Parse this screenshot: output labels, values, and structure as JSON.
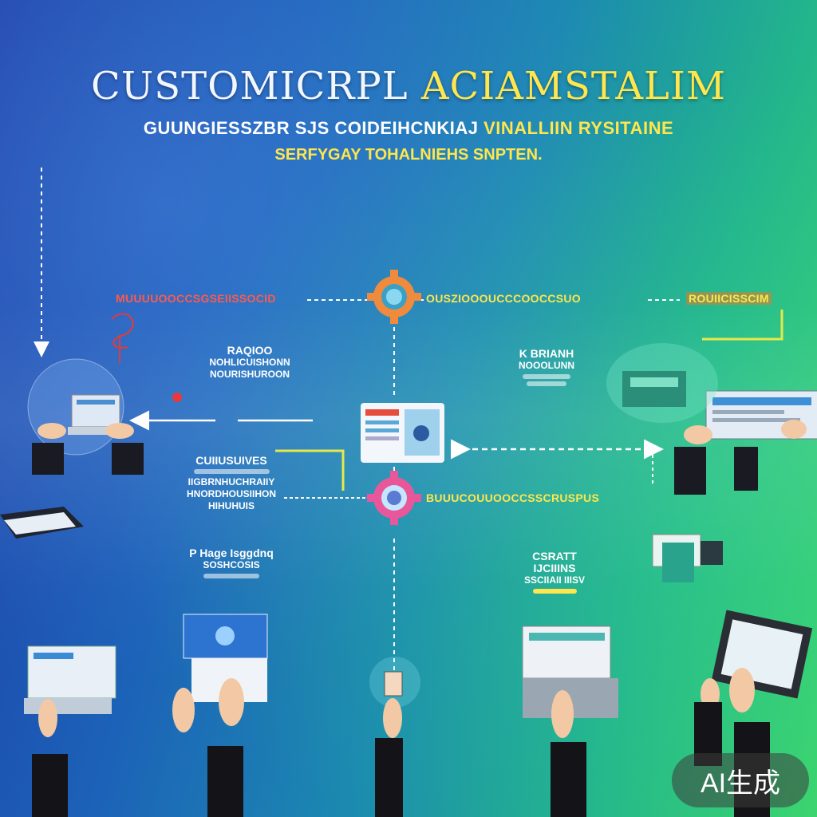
{
  "header": {
    "title_part1": "CUSTOMICRPL",
    "title_part2": "ACIAMSTALIM",
    "subtitle_part1": "GUUNGIESSZBR SJS COIDEIHCNKIAJ",
    "subtitle_part2": "VINALLIIN RYSITAINE",
    "subtitle2": "SERFYGAY TOHALNIEHS SNPTEN."
  },
  "flow_labels": {
    "top_left": "MUUUUOOCCSGSEIISSOCID",
    "top_center": "OUSZIOOOUCCCOOCCSUO",
    "top_right": "ROUIICISSCIM",
    "mid_center": "BUUUCOUUOOCCSSCRUSPUS"
  },
  "text_blocks": {
    "block_a": {
      "head": "RAQIOO",
      "lines": [
        "NOHLICUISHONN",
        "NOURISHUROON"
      ]
    },
    "block_b": {
      "head": "K BRIANH",
      "lines": [
        "NOOOLUNN"
      ]
    },
    "block_c": {
      "head": "CUIIUSUIVES",
      "lines": [
        "IIGBRNHUCHRAIIY",
        "HNORDHOUSIIHON",
        "HIHUHUIS"
      ]
    },
    "block_d": {
      "head": "P Hage Isggdnq",
      "lines": [
        "SOSHCOSIS"
      ]
    },
    "block_e": {
      "head": "CSRATT IJCIIINS",
      "lines": [
        "SSCIIAII IIISV"
      ]
    }
  },
  "watermark": {
    "label": "AI生成"
  },
  "colors": {
    "accent": "#ffe64d",
    "alert": "#ff5a4a",
    "gradient_start": "#1e3fa8",
    "gradient_end": "#3cd46c"
  }
}
